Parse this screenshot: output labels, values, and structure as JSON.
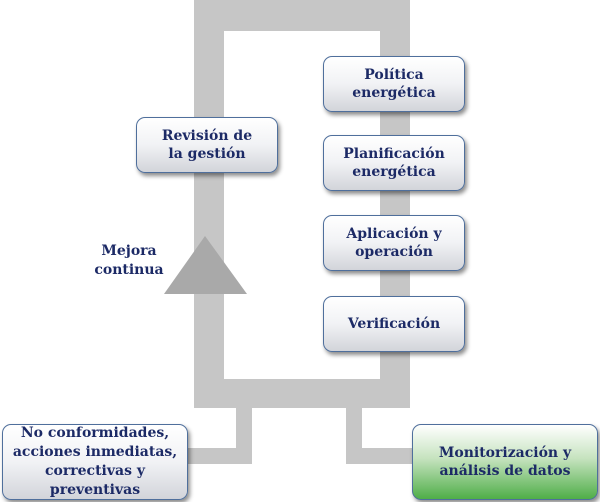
{
  "diagram": {
    "colors": {
      "track": "#c6c6c6",
      "arrow": "#a9a9a9",
      "box_border": "#4f6f9c",
      "text": "#1c2a66",
      "green_fill": "#4fae48"
    },
    "boxes": {
      "politica": "Política\nenergética",
      "planificacion": "Planificación\nenergética",
      "aplicacion": "Aplicación y\noperación",
      "verificacion": "Verificación",
      "revision": "Revisión de\nla gestión",
      "no_conformidades": "No conformidades,\nacciones inmediatas,\ncorrectivas y preventivas",
      "monitorizacion": "Monitorización y\nanálisis de datos"
    },
    "labels": {
      "mejora_continua": "Mejora\ncontinua"
    },
    "icons": {
      "arrow": "up-triangle"
    }
  }
}
